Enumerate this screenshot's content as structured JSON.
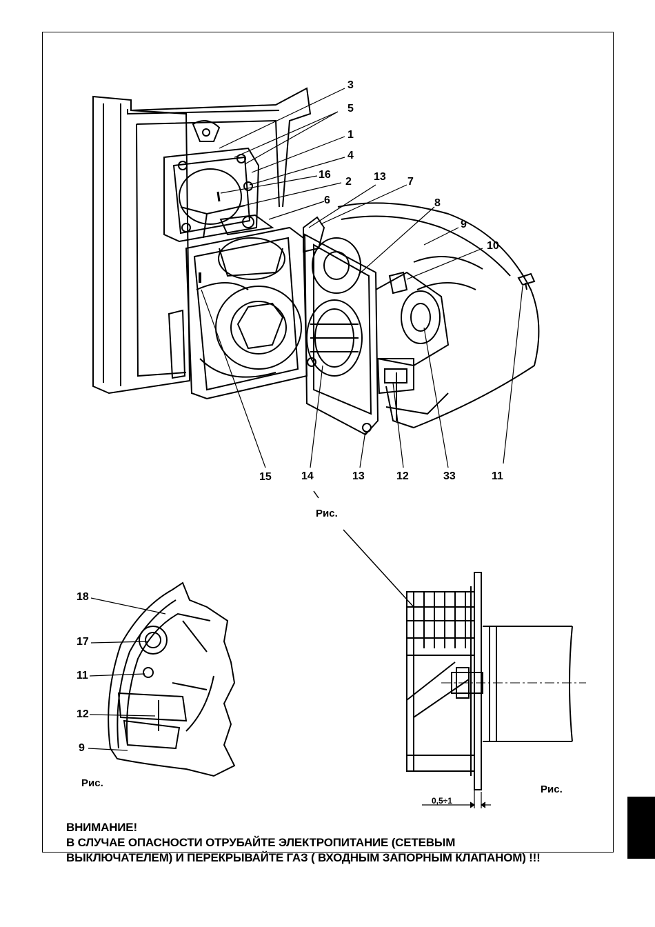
{
  "figure_top": {
    "labels": [
      "3",
      "5",
      "1",
      "4",
      "16",
      "2",
      "13",
      "7",
      "6",
      "8",
      "9",
      "10",
      "11",
      "15",
      "14",
      "13",
      "12",
      "33",
      "11"
    ],
    "caption": "Рис."
  },
  "figure_left": {
    "labels": [
      "18",
      "17",
      "11",
      "12",
      "9"
    ],
    "caption": "Рис."
  },
  "figure_right": {
    "caption": "Рис.",
    "dimension": "0,5÷1"
  },
  "warning": {
    "title": "ВНИМАНИЕ!",
    "line1": "В СЛУЧАЕ ОПАСНОСТИ ОТРУБАЙТЕ ЭЛЕКТРОПИТАНИЕ (СЕТЕВЫМ",
    "line2": "ВЫКЛЮЧАТЕЛЕМ) И ПЕРЕКРЫВАЙТЕ ГАЗ ( ВХОДНЫМ ЗАПОРНЫМ  КЛАПАНОМ) !!!"
  },
  "colors": {
    "ink": "#000000",
    "paper": "#ffffff"
  }
}
